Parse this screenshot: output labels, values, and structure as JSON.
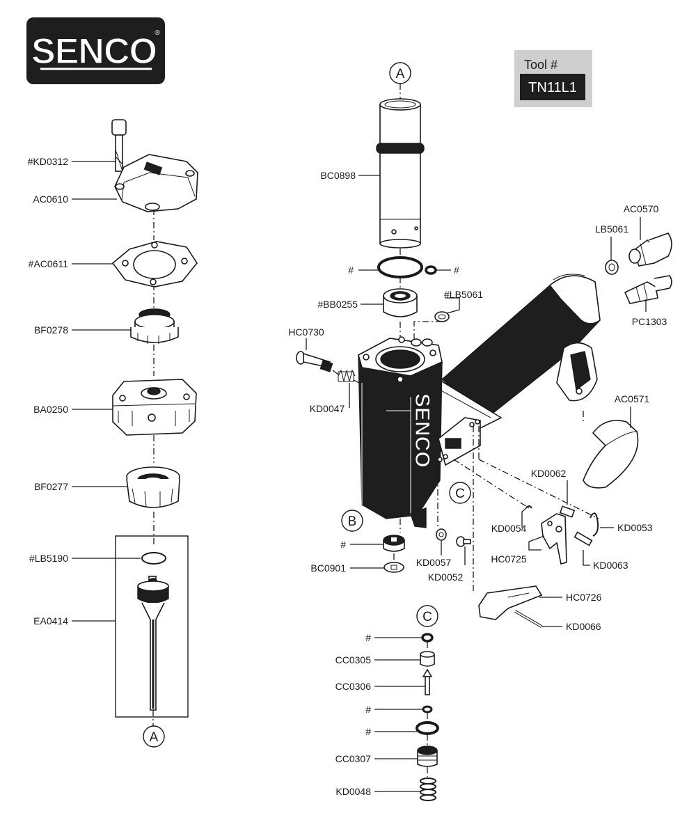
{
  "brand": {
    "logo_text": "SENCO",
    "registered_mark": "®"
  },
  "tool": {
    "label": "Tool #",
    "number": "TN11L1"
  },
  "callouts": {
    "A_top": "A",
    "A_bottom": "A",
    "B": "B",
    "C_body": "C",
    "C_valve": "C"
  },
  "body_logo_text": "SENCO",
  "parts": {
    "kd0312": "#KD0312",
    "ac0610": "AC0610",
    "ac0611": "#AC0611",
    "bf0278": "BF0278",
    "ba0250": "BA0250",
    "bf0277": "BF0277",
    "lb5190": "#LB5190",
    "ea0414": "EA0414",
    "bc0898": "BC0898",
    "hash_oring_large": "#",
    "hash_oring_small": "#",
    "bb0255": "#BB0255",
    "lb5061_body": "#LB5061",
    "hc0730": "HC0730",
    "kd0047": "KD0047",
    "ac0570": "AC0570",
    "lb5061_inlet": "LB5061",
    "pc1303": "PC1303",
    "ac0571": "AC0571",
    "kd0062": "KD0062",
    "kd0054": "KD0054",
    "kd0053": "KD0053",
    "hc0725": "HC0725",
    "kd0063": "KD0063",
    "hash_bumper": "#",
    "bc0901": "BC0901",
    "kd0057": "KD0057",
    "kd0052": "KD0052",
    "hc0726": "HC0726",
    "kd0066": "KD0066",
    "hash_valve_1": "#",
    "cc0305": "CC0305",
    "cc0306": "CC0306",
    "hash_valve_2": "#",
    "hash_valve_3": "#",
    "cc0307": "CC0307",
    "kd0048": "KD0048"
  }
}
